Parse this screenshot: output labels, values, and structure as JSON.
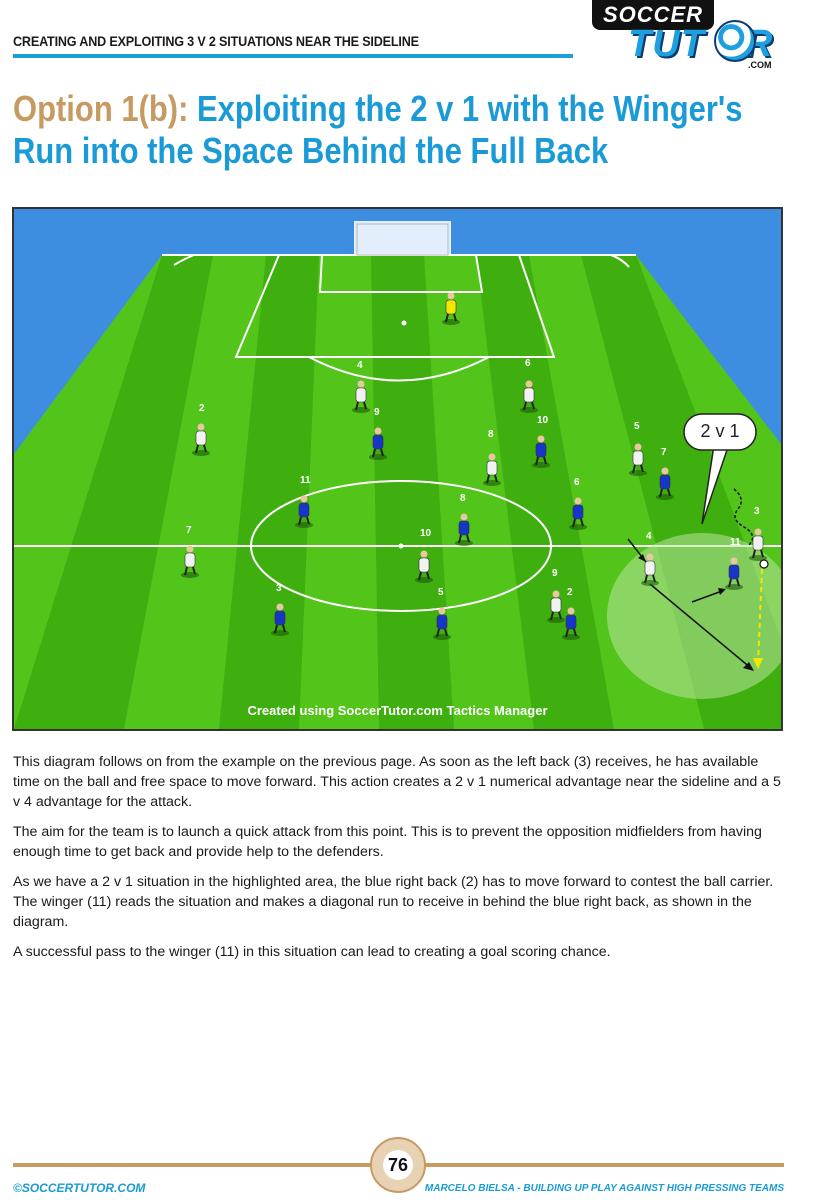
{
  "header": {
    "title": "CREATING AND EXPLOITING 3 V 2 SITUATIONS NEAR THE SIDELINE",
    "accent_color": "#1aa0d8"
  },
  "logo": {
    "line1": "SOCCER",
    "line2": "TUT",
    "line2b": "R",
    "suffix": ".COM"
  },
  "title": {
    "prefix": "Option 1(b): ",
    "main": "Exploiting the 2 v 1 with the Winger's Run into the Space Behind the Full Back"
  },
  "diagram": {
    "callout": "2 v 1",
    "caption": "Created using SoccerTutor.com Tactics Manager",
    "white_numbers": [
      "2",
      "4",
      "6",
      "8",
      "5",
      "7",
      "10",
      "9",
      "4",
      "3"
    ],
    "blue_numbers": [
      "9",
      "10",
      "7",
      "11",
      "8",
      "6",
      "11",
      "3",
      "5",
      "2"
    ],
    "colors": {
      "pitch_light": "#52c41a",
      "pitch_dark": "#3fae0f",
      "white_team": "#f2f2f2",
      "blue_team": "#1736c9",
      "keeper": "#f5e600",
      "pass": "#f5e600"
    }
  },
  "body": {
    "p1": "This diagram follows on from the example on the previous page. As soon as the left back (3) receives, he has available time on the ball and free space to move forward. This action creates a 2 v 1 numerical advantage near the sideline and a 5 v 4 advantage for the attack.",
    "p2": "The aim for the team is to launch a quick attack from this point. This is to prevent the opposition midfielders from having enough time to get back and provide help to the defenders.",
    "p3": "As we have a 2 v 1 situation in the highlighted area, the blue right back (2) has to move forward to contest the ball carrier. The winger (11) reads the situation and makes a diagonal run to receive in behind the blue right back, as shown in the diagram.",
    "p4": "A successful pass to the winger (11) in this situation can lead to creating a goal scoring chance."
  },
  "footer": {
    "left": "©SOCCERTUTOR.COM",
    "page": "76",
    "right": "MARCELO BIELSA - BUILDING UP PLAY AGAINST HIGH PRESSING TEAMS",
    "rule_color": "#c79a62"
  }
}
